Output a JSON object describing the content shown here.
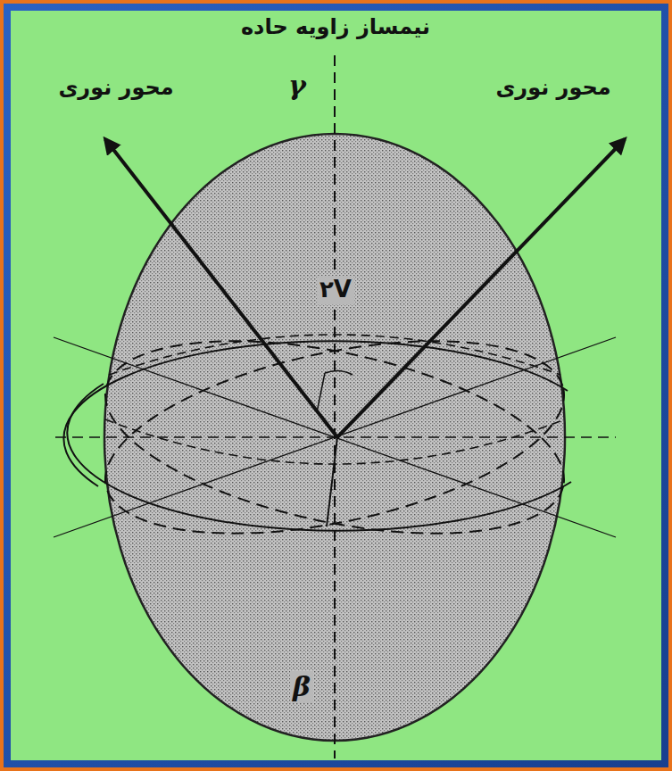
{
  "diagram": {
    "labels": [
      "نیمساز زاویه حاده",
      "γ",
      "محور نوری",
      "محور نوری",
      "۲V",
      "β"
    ]
  }
}
